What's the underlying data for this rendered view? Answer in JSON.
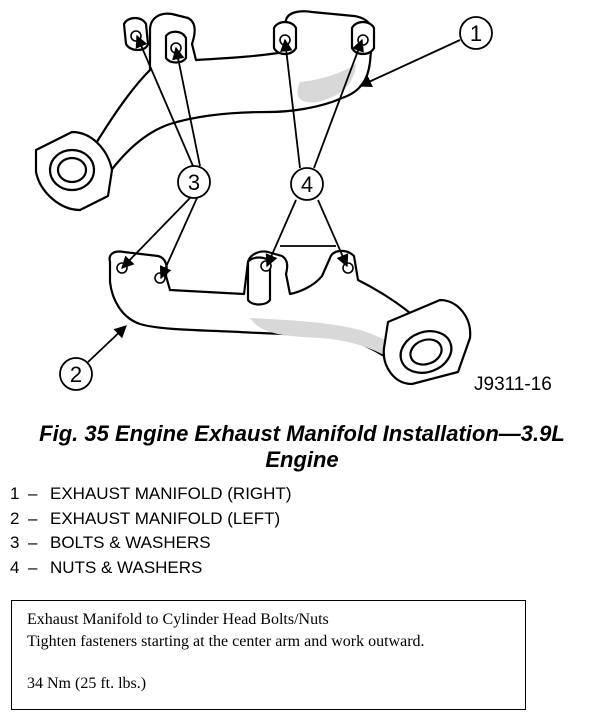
{
  "diagram": {
    "figure_code": "J9311-16",
    "callouts": [
      "1",
      "2",
      "3",
      "4"
    ]
  },
  "caption": {
    "line1": "Fig. 35 Engine Exhaust Manifold Installation—3.9L",
    "line2": "Engine"
  },
  "legend": [
    {
      "num": "1",
      "label": "EXHAUST MANIFOLD (RIGHT)"
    },
    {
      "num": "2",
      "label": "EXHAUST MANIFOLD (LEFT)"
    },
    {
      "num": "3",
      "label": "BOLTS & WASHERS"
    },
    {
      "num": "4",
      "label": "NUTS & WASHERS"
    }
  ],
  "legend_dash": "–",
  "spec_box": {
    "title": "Exhaust Manifold to Cylinder Head Bolts/Nuts",
    "instruction": "Tighten fasteners starting at the center arm and work outward.",
    "torque": "34 Nm (25 ft. lbs.)"
  }
}
